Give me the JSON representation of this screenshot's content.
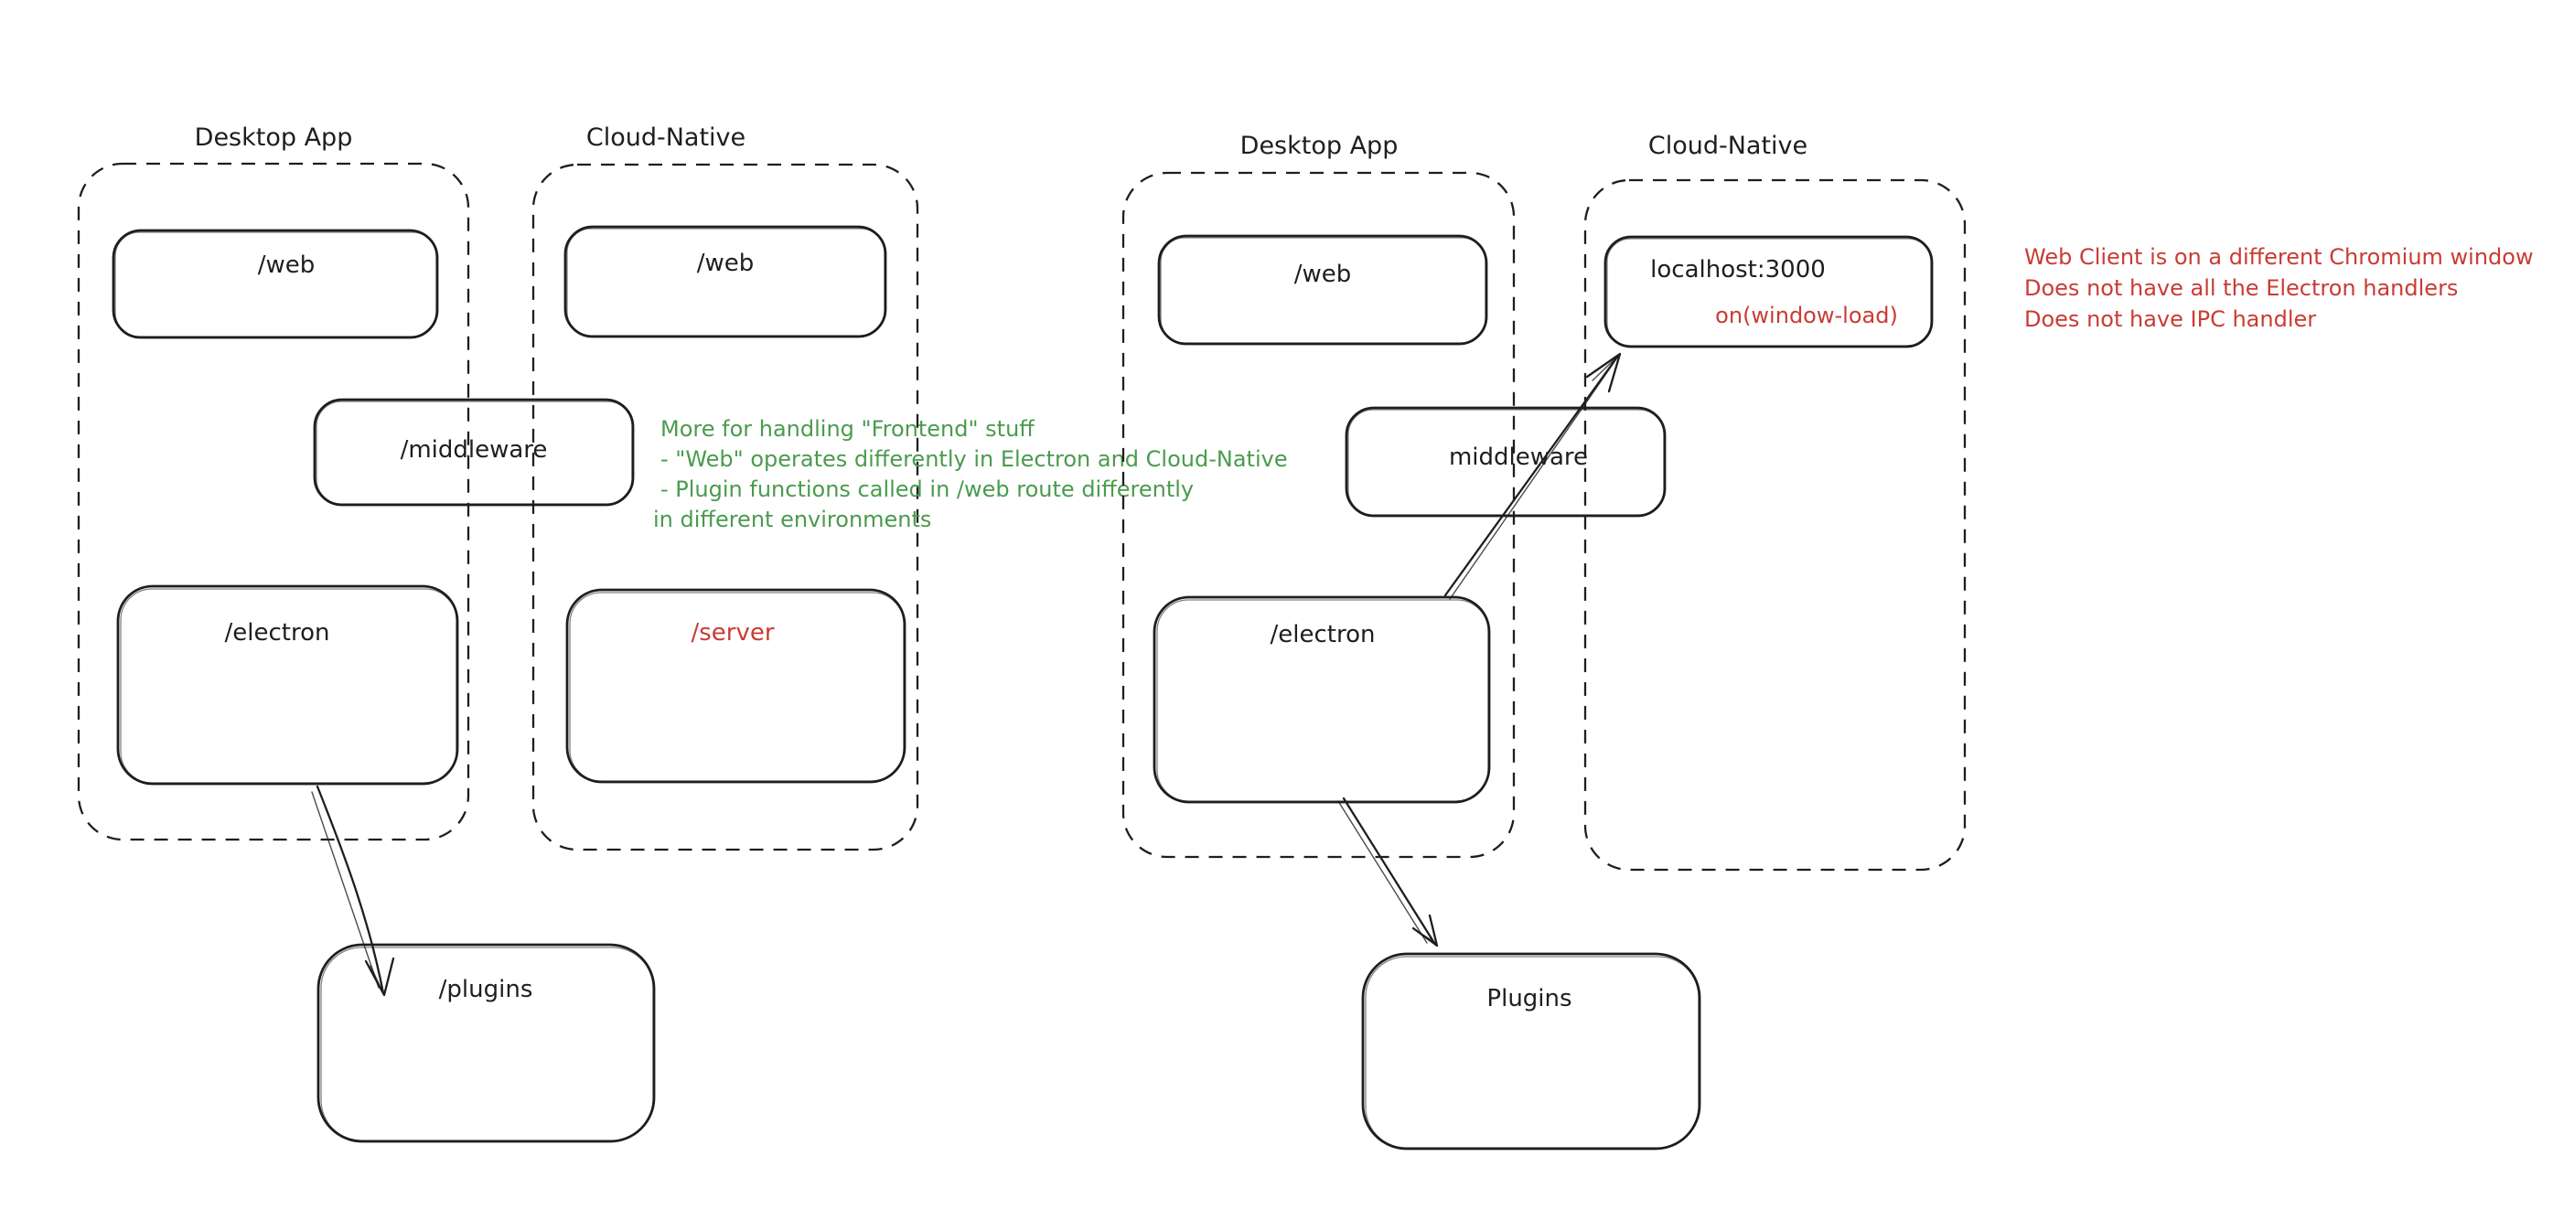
{
  "colors": {
    "ink": "#1e1e1e",
    "green": "#4a9b4d",
    "red": "#c93c33",
    "background": "#ffffff"
  },
  "left_diagram": {
    "desktop_app_label": "Desktop App",
    "cloud_native_label": "Cloud-Native",
    "web_desktop": "/web",
    "web_cloud": "/web",
    "middleware": "/middleware",
    "electron": "/electron",
    "server": "/server",
    "plugins": "/plugins"
  },
  "right_diagram": {
    "desktop_app_label": "Desktop App",
    "cloud_native_label": "Cloud-Native",
    "web": "/web",
    "localhost": "localhost:3000",
    "on_window_load": "on(window-load)",
    "middleware": "middleware",
    "electron": "/electron",
    "plugins": "Plugins"
  },
  "green_note": {
    "lines": [
      "More for handling \"Frontend\" stuff",
      "- \"Web\" operates differently in Electron and Cloud-Native",
      "- Plugin functions called in /web route differently",
      "in different environments"
    ]
  },
  "red_note": {
    "lines": [
      "Web Client is on a different Chromium window",
      "Does not have all the Electron handlers",
      "Does not have IPC handler"
    ]
  }
}
